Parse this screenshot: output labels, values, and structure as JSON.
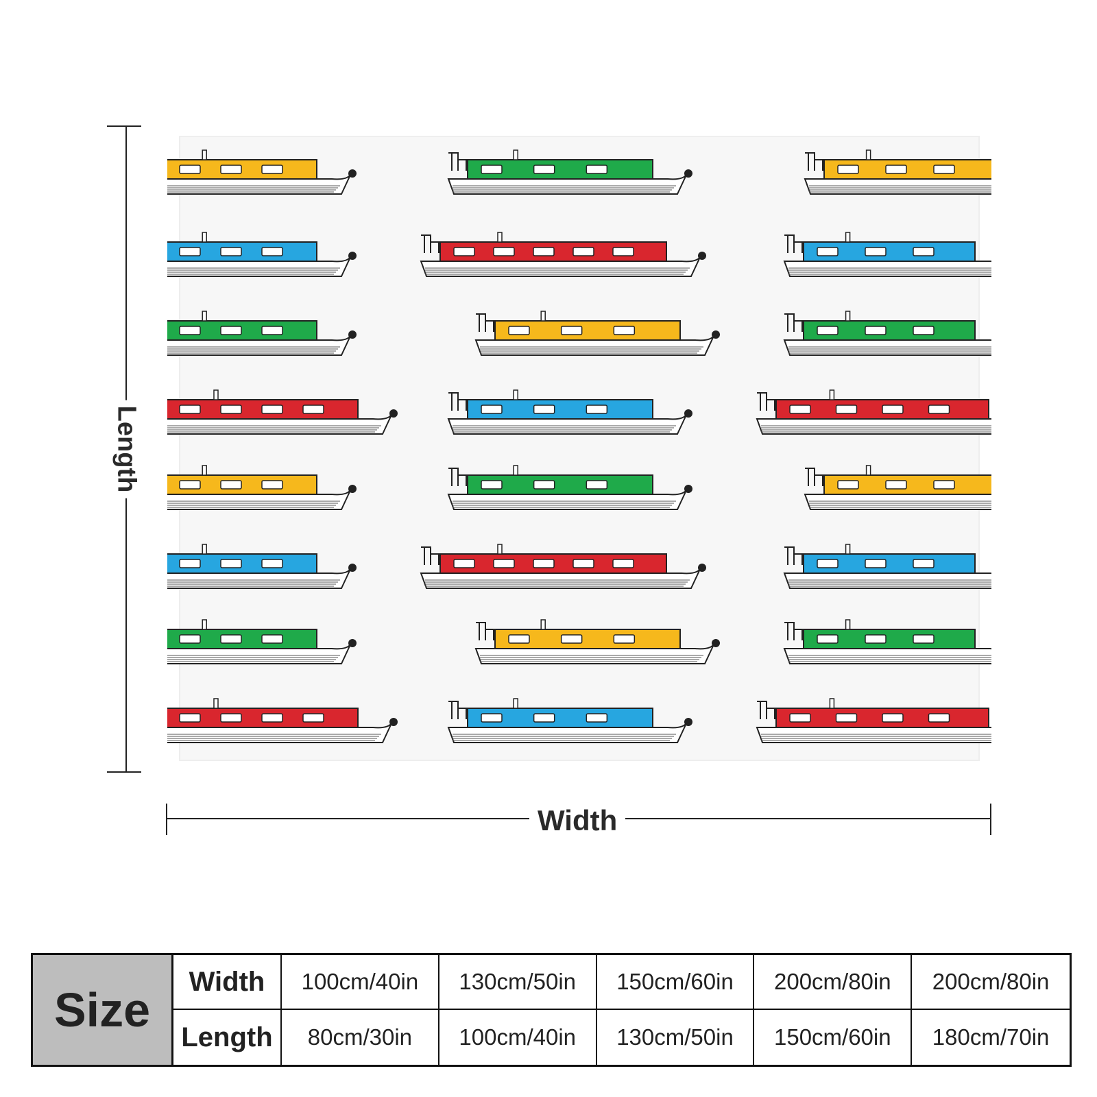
{
  "diagram": {
    "length_label": "Length",
    "width_label": "Width"
  },
  "pattern": {
    "description_colors": {
      "yellow": "#f6b81c",
      "green": "#1faa4a",
      "blue": "#27a6e0",
      "red": "#d9262e"
    },
    "left_column": [
      "yellow",
      "blue",
      "green",
      "red",
      "yellow",
      "blue",
      "green",
      "red"
    ],
    "center_column": [
      "green",
      "red",
      "yellow",
      "blue",
      "green",
      "red",
      "yellow",
      "blue"
    ],
    "right_column": [
      "yellow",
      "blue",
      "green",
      "red",
      "yellow",
      "blue",
      "green",
      "red"
    ]
  },
  "size_table": {
    "title": "Size",
    "row_labels": [
      "Width",
      "Length"
    ],
    "width_values": [
      "100cm/40in",
      "130cm/50in",
      "150cm/60in",
      "200cm/80in",
      "200cm/80in"
    ],
    "length_values": [
      "80cm/30in",
      "100cm/40in",
      "130cm/50in",
      "150cm/60in",
      "180cm/70in"
    ]
  }
}
